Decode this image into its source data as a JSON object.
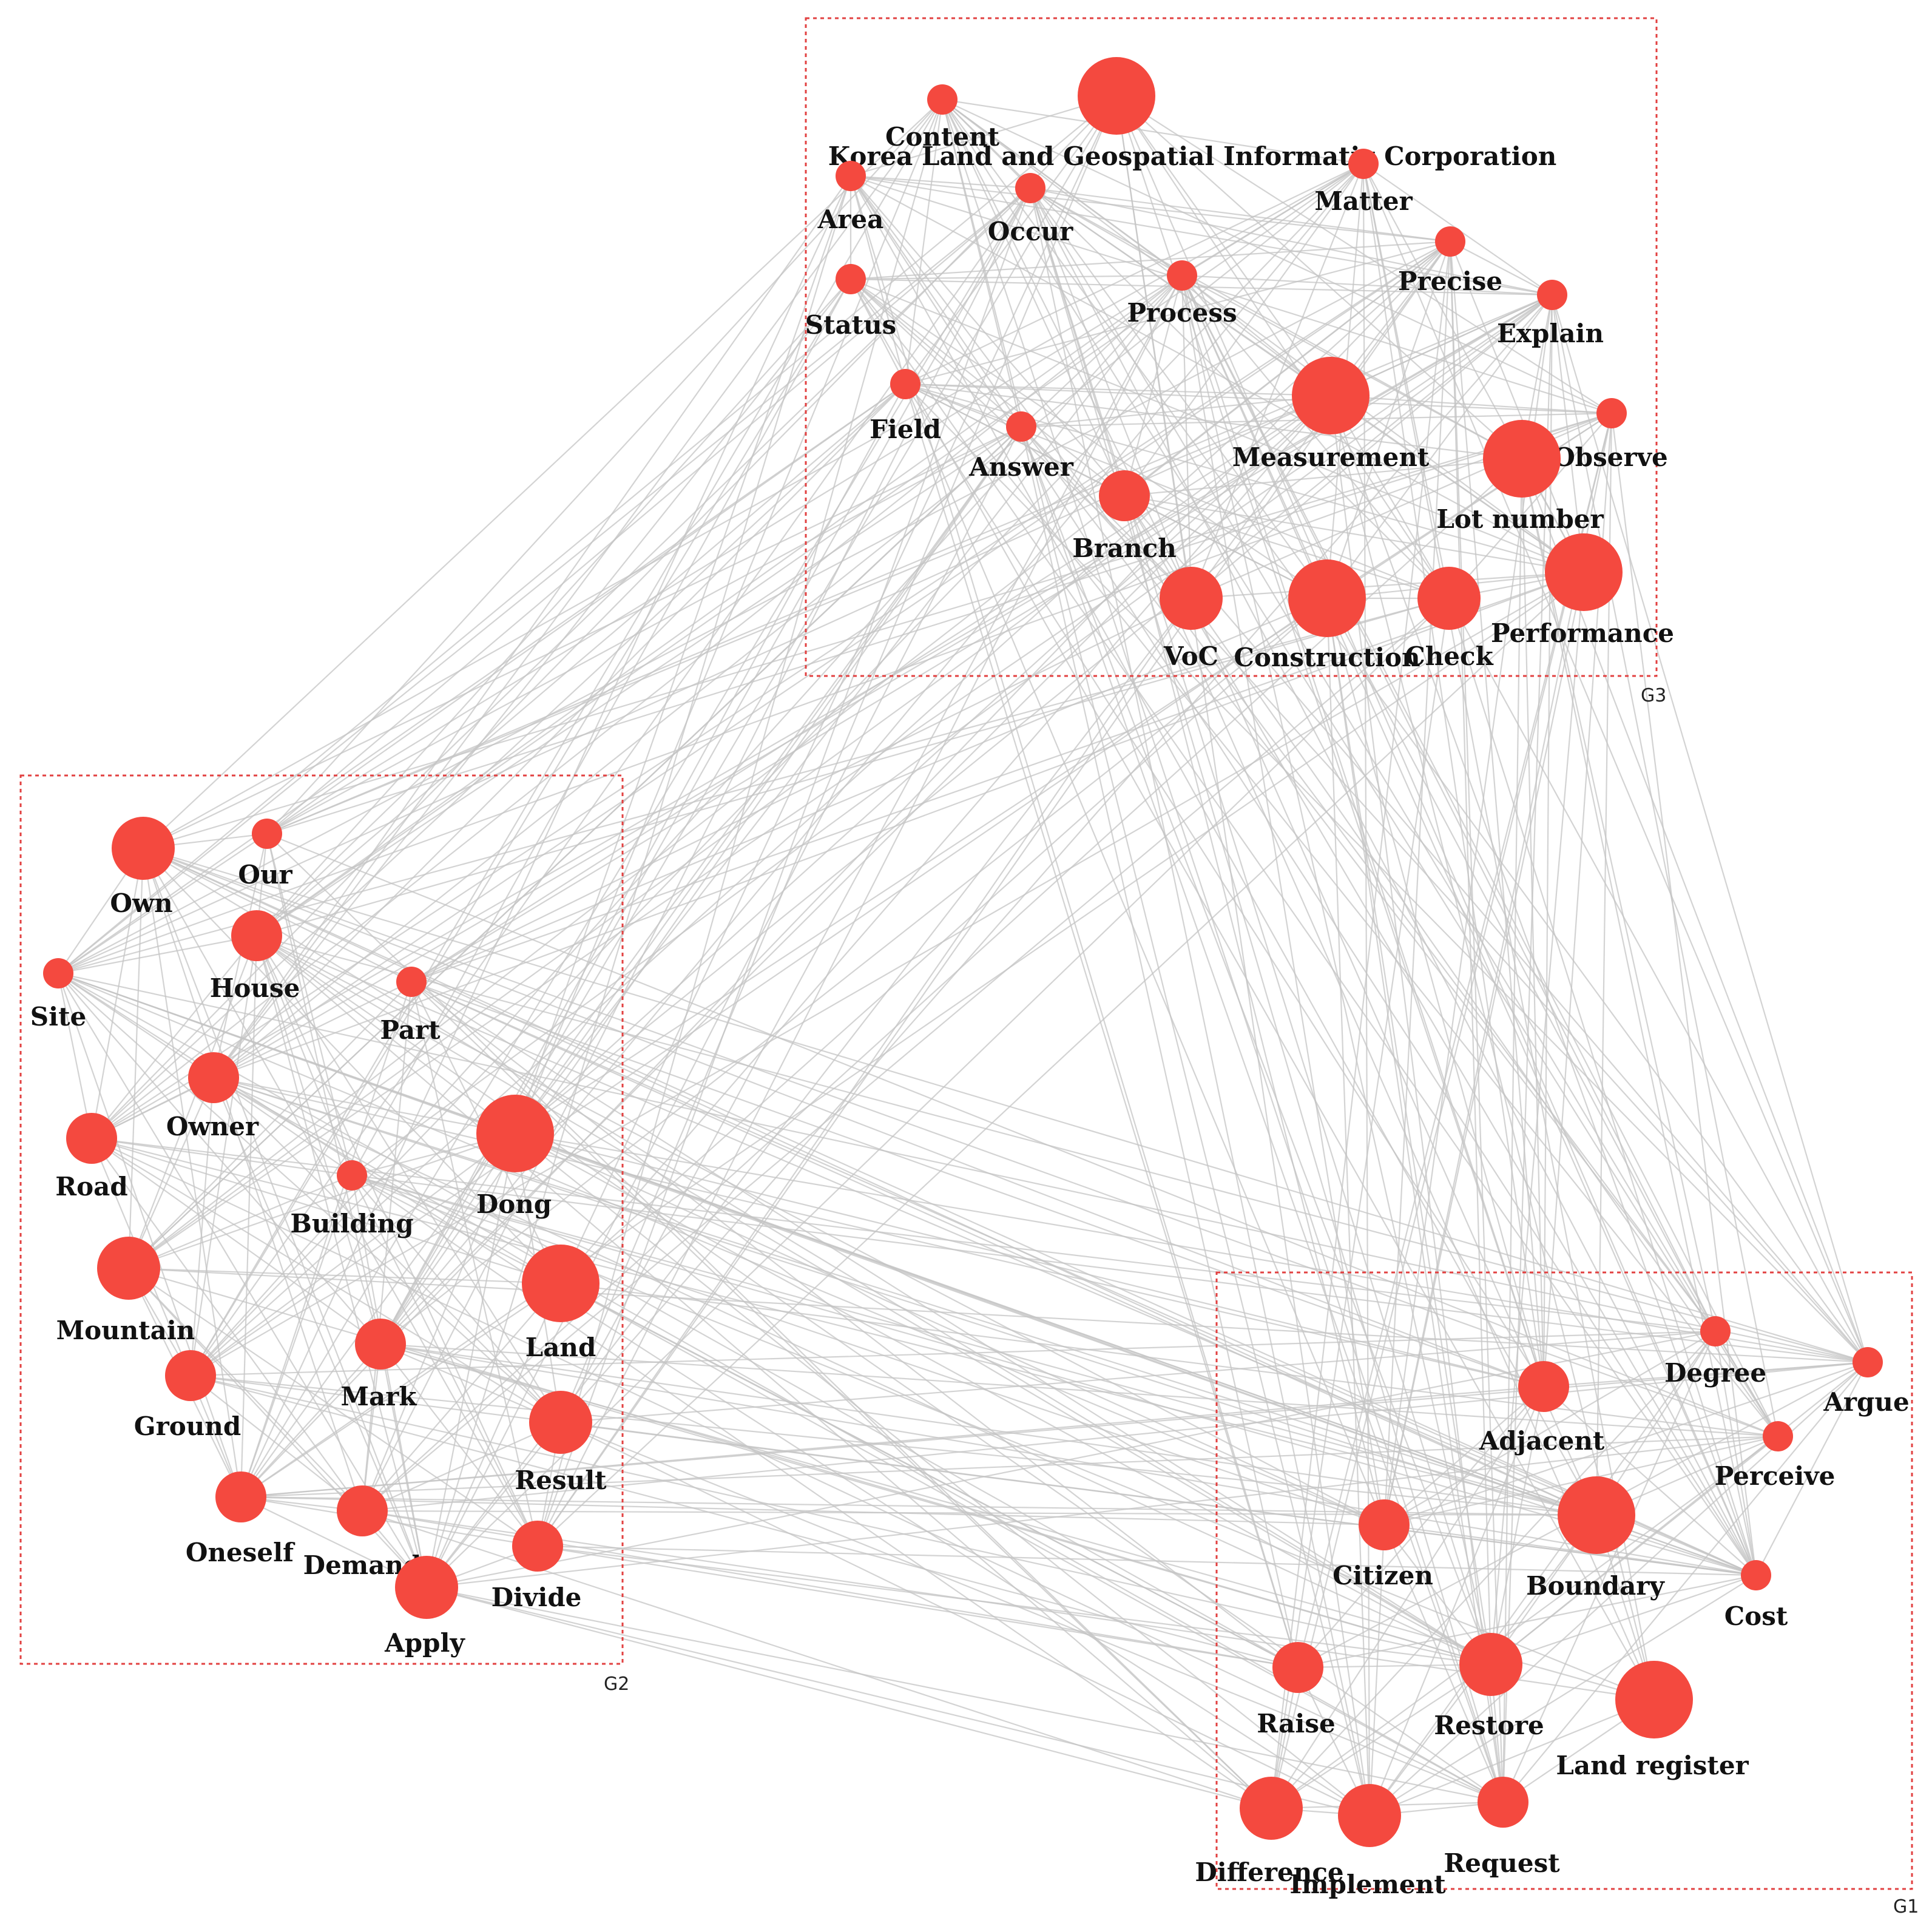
{
  "colors": {
    "node": "#f4493f",
    "edge": "#c4c4c4",
    "box": "#e24141",
    "background": "#ffffff"
  },
  "groups": [
    {
      "id": "G3",
      "label": "G3"
    },
    {
      "id": "G2",
      "label": "G2"
    },
    {
      "id": "G1",
      "label": "G1"
    }
  ],
  "nodes": [
    {
      "id": "content",
      "label": "Content",
      "group": "G3",
      "weight": 1
    },
    {
      "id": "klgic",
      "label": "Korea Land and Geospatial Informatix Corporation",
      "group": "G3",
      "weight": 4
    },
    {
      "id": "matter",
      "label": "Matter",
      "group": "G3",
      "weight": 1
    },
    {
      "id": "area",
      "label": "Area",
      "group": "G3",
      "weight": 1
    },
    {
      "id": "occur",
      "label": "Occur",
      "group": "G3",
      "weight": 1
    },
    {
      "id": "precise",
      "label": "Precise",
      "group": "G3",
      "weight": 1
    },
    {
      "id": "status",
      "label": "Status",
      "group": "G3",
      "weight": 1
    },
    {
      "id": "process",
      "label": "Process",
      "group": "G3",
      "weight": 1
    },
    {
      "id": "explain",
      "label": "Explain",
      "group": "G3",
      "weight": 1
    },
    {
      "id": "field",
      "label": "Field",
      "group": "G3",
      "weight": 1
    },
    {
      "id": "answer",
      "label": "Answer",
      "group": "G3",
      "weight": 1
    },
    {
      "id": "measurement",
      "label": "Measurement",
      "group": "G3",
      "weight": 4
    },
    {
      "id": "observe",
      "label": "Observe",
      "group": "G3",
      "weight": 1
    },
    {
      "id": "lotnumber",
      "label": "Lot number",
      "group": "G3",
      "weight": 4
    },
    {
      "id": "branch",
      "label": "Branch",
      "group": "G3",
      "weight": 2
    },
    {
      "id": "voc",
      "label": "VoC",
      "group": "G3",
      "weight": 3
    },
    {
      "id": "construction",
      "label": "Construction",
      "group": "G3",
      "weight": 4
    },
    {
      "id": "check",
      "label": "Check",
      "group": "G3",
      "weight": 3
    },
    {
      "id": "performance",
      "label": "Performance",
      "group": "G3",
      "weight": 4
    },
    {
      "id": "own",
      "label": "Own",
      "group": "G2",
      "weight": 3
    },
    {
      "id": "our",
      "label": "Our",
      "group": "G2",
      "weight": 1
    },
    {
      "id": "house",
      "label": "House",
      "group": "G2",
      "weight": 2
    },
    {
      "id": "site",
      "label": "Site",
      "group": "G2",
      "weight": 1
    },
    {
      "id": "part",
      "label": "Part",
      "group": "G2",
      "weight": 1
    },
    {
      "id": "owner",
      "label": "Owner",
      "group": "G2",
      "weight": 2
    },
    {
      "id": "road",
      "label": "Road",
      "group": "G2",
      "weight": 2
    },
    {
      "id": "dong",
      "label": "Dong",
      "group": "G2",
      "weight": 4
    },
    {
      "id": "building",
      "label": "Building",
      "group": "G2",
      "weight": 1
    },
    {
      "id": "mountain",
      "label": "Mountain",
      "group": "G2",
      "weight": 3
    },
    {
      "id": "land",
      "label": "Land",
      "group": "G2",
      "weight": 4
    },
    {
      "id": "mark",
      "label": "Mark",
      "group": "G2",
      "weight": 2
    },
    {
      "id": "ground",
      "label": "Ground",
      "group": "G2",
      "weight": 2
    },
    {
      "id": "result",
      "label": "Result",
      "group": "G2",
      "weight": 3
    },
    {
      "id": "oneself",
      "label": "Oneself",
      "group": "G2",
      "weight": 2
    },
    {
      "id": "demand",
      "label": "Demand",
      "group": "G2",
      "weight": 2
    },
    {
      "id": "divide",
      "label": "Divide",
      "group": "G2",
      "weight": 2
    },
    {
      "id": "apply",
      "label": "Apply",
      "group": "G2",
      "weight": 3
    },
    {
      "id": "degree",
      "label": "Degree",
      "group": "G1",
      "weight": 1
    },
    {
      "id": "argue",
      "label": "Argue",
      "group": "G1",
      "weight": 1
    },
    {
      "id": "adjacent",
      "label": "Adjacent",
      "group": "G1",
      "weight": 2
    },
    {
      "id": "perceive",
      "label": "Perceive",
      "group": "G1",
      "weight": 1
    },
    {
      "id": "citizen",
      "label": "Citizen",
      "group": "G1",
      "weight": 2
    },
    {
      "id": "boundary",
      "label": "Boundary",
      "group": "G1",
      "weight": 4
    },
    {
      "id": "cost",
      "label": "Cost",
      "group": "G1",
      "weight": 1
    },
    {
      "id": "raise",
      "label": "Raise",
      "group": "G1",
      "weight": 2
    },
    {
      "id": "restore",
      "label": "Restore",
      "group": "G1",
      "weight": 3
    },
    {
      "id": "landregister",
      "label": "Land register",
      "group": "G1",
      "weight": 4
    },
    {
      "id": "difference",
      "label": "Difference",
      "group": "G1",
      "weight": 3
    },
    {
      "id": "implement",
      "label": "Implement",
      "group": "G1",
      "weight": 3
    },
    {
      "id": "request",
      "label": "Request",
      "group": "G1",
      "weight": 2
    }
  ]
}
